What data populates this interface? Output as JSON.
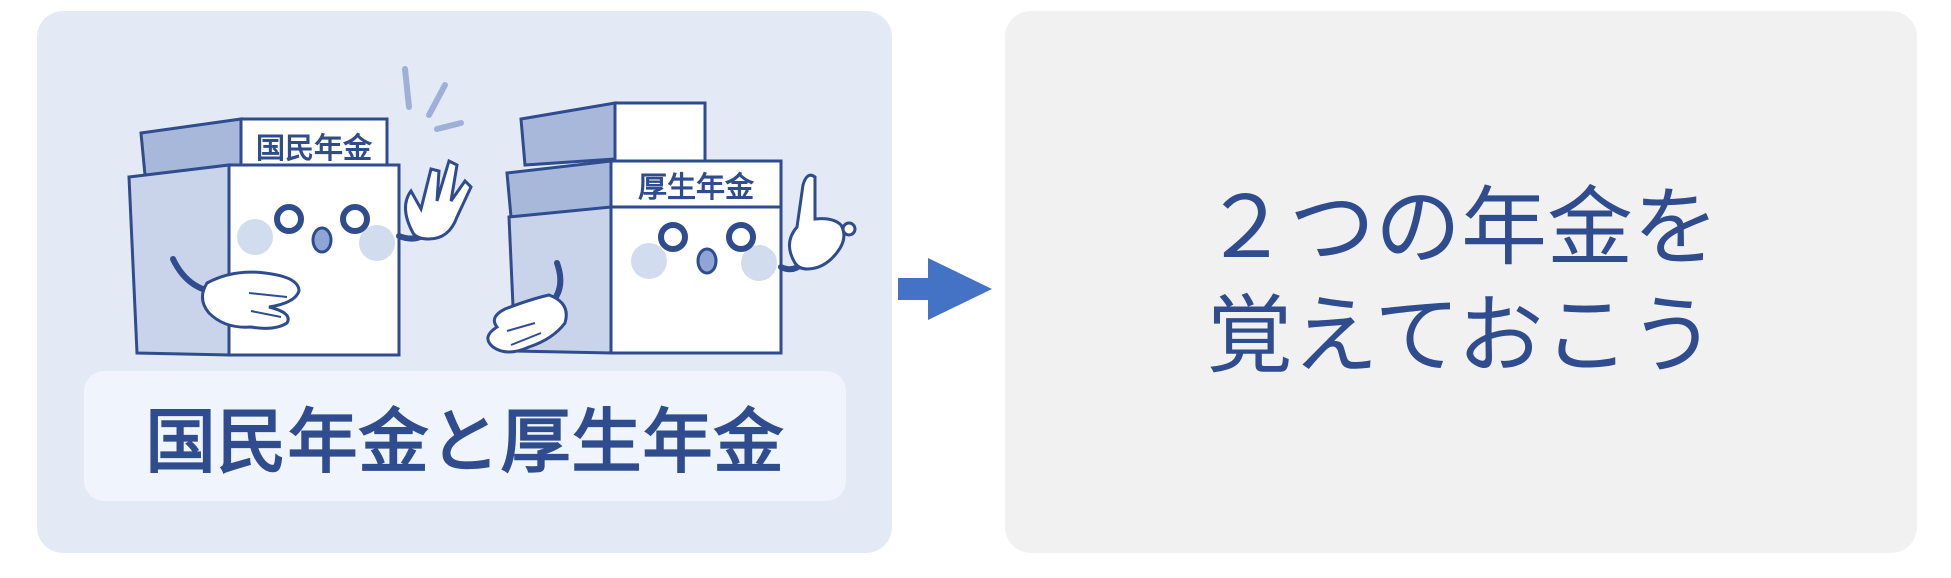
{
  "left_panel": {
    "character_left_sign": "国民年金",
    "character_right_sign": "厚生年金",
    "title": "国民年金と厚生年金"
  },
  "right_panel": {
    "message_lines": [
      "２つの年金を",
      "覚えておこう"
    ]
  },
  "colors": {
    "left_background": "#e4eaf5",
    "right_background": "#f1f1f1",
    "accent_blue": "#2e4c8e",
    "arrow_blue": "#4472c4"
  }
}
